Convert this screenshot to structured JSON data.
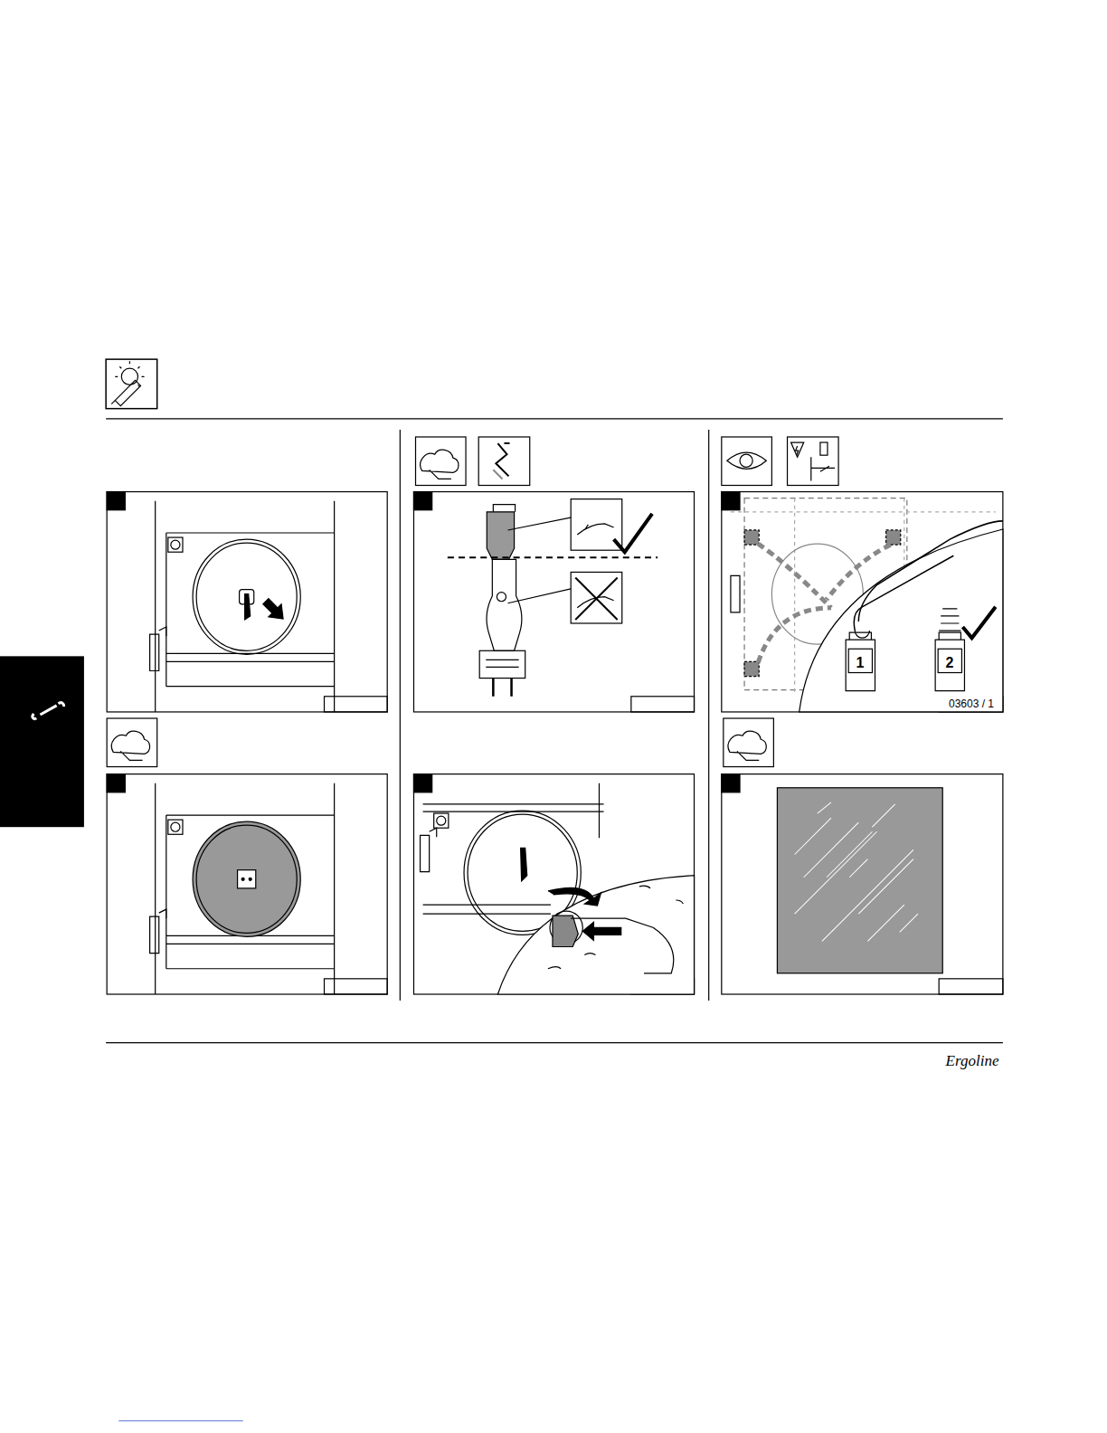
{
  "diagram": {
    "labels": [
      "03603 / 1",
      "1",
      "2",
      "Ergoline"
    ]
  }
}
